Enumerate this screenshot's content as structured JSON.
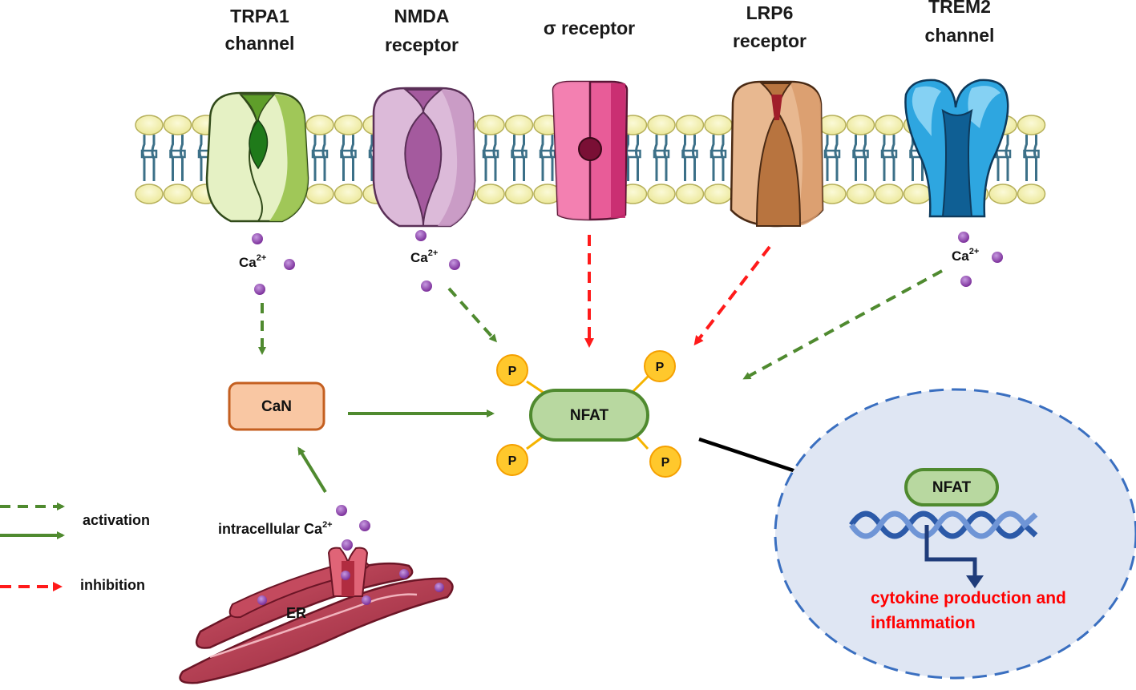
{
  "receptors": {
    "trpa1": {
      "line1": "TRPA1",
      "line2": "channel"
    },
    "nmda": {
      "line1": "NMDA",
      "line2": "receptor"
    },
    "sigma": {
      "line1": "σ receptor"
    },
    "lrp6": {
      "line1": "LRP6",
      "line2": "receptor"
    },
    "trem2": {
      "line1": "TREM2",
      "line2": "channel"
    }
  },
  "ions": {
    "ca": "Ca",
    "charge": "2+"
  },
  "nodes": {
    "can": "CaN",
    "nfat": "NFAT",
    "nfat_nuclear": "NFAT",
    "phospho": "P",
    "er": "ER",
    "intracellular_prefix": "intracellular Ca"
  },
  "legend": {
    "activation": "activation",
    "inhibition": "inhibition"
  },
  "output": {
    "line1": "cytokine production  and",
    "line2": "inflammation"
  },
  "colors": {
    "activation": "#4f8a2f",
    "inhibition": "#ff1a1a",
    "translocation": "#000000",
    "transcription": "#1f3c7a",
    "membrane_head": "#f5f2b0",
    "membrane_tail": "#3c7088",
    "calcium": "#8e44ad",
    "phosphate": "#ffc82c",
    "can_box": "#f9c7a3",
    "nfat_box": "#b8d8a0",
    "nucleus": "#dfe6f3",
    "er": "#b83a4d"
  },
  "icons": [
    "trpa1-channel-icon",
    "nmda-receptor-icon",
    "sigma-receptor-icon",
    "lrp6-receptor-icon",
    "trem2-channel-icon",
    "dna-icon",
    "er-icon",
    "membrane-icon"
  ]
}
